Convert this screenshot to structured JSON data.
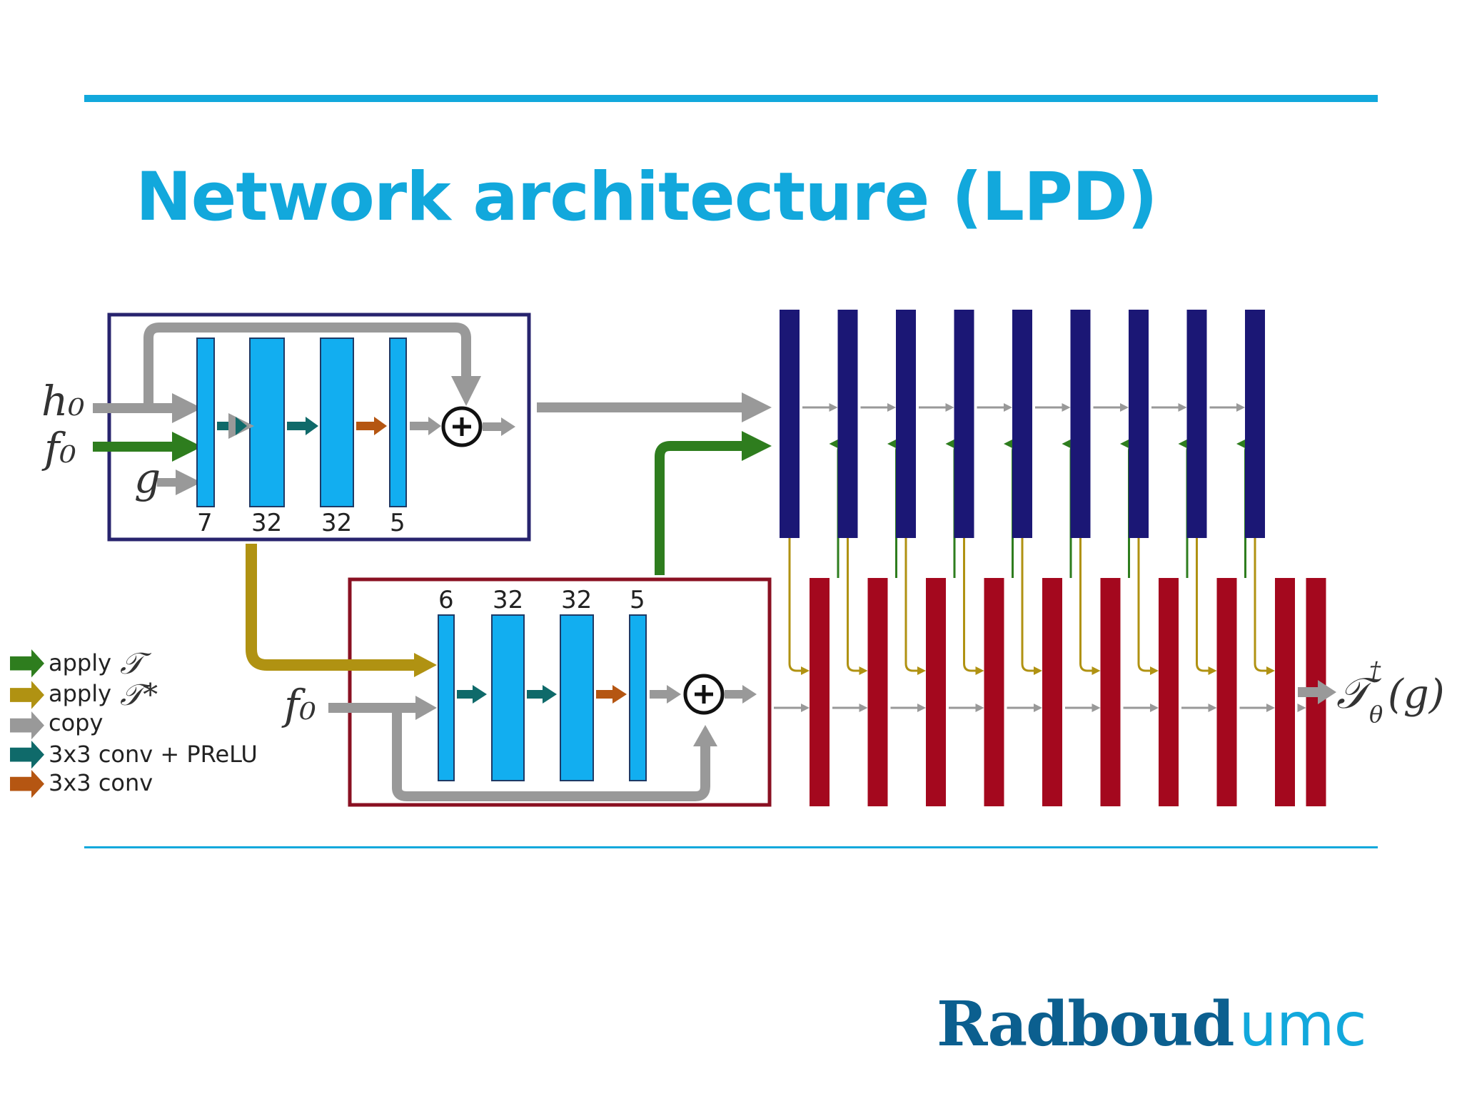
{
  "slide": {
    "title": "Network architecture (LPD)",
    "logo_part1": "Radboud",
    "logo_part2": "umc"
  },
  "diagram": {
    "primal_block": {
      "inputs": [
        "h₀",
        "f₀",
        "g"
      ],
      "channels": [
        "7",
        "32",
        "32",
        "5"
      ]
    },
    "dual_block": {
      "input": "f₀",
      "channels": [
        "6",
        "32",
        "32",
        "5"
      ]
    },
    "output_label": "𝒯",
    "output_dagger": "†",
    "output_theta": "θ",
    "output_arg": "(g)",
    "sum_symbol": "⊕"
  },
  "legend": [
    {
      "label": "apply",
      "symbol": "𝒯",
      "color": "#2e7d1e"
    },
    {
      "label": "apply",
      "symbol": "𝒯*",
      "color": "#b09212"
    },
    {
      "label": "copy",
      "symbol": "",
      "color": "#999999"
    },
    {
      "label": "3x3 conv + PReLU",
      "symbol": "",
      "color": "#0f6a6a"
    },
    {
      "label": "3x3 conv",
      "symbol": "",
      "color": "#b55612"
    }
  ],
  "colors": {
    "accent": "#12a8dc",
    "primal_frame": "#28246e",
    "dual_frame": "#8a1022",
    "primal_bar": "#1b1775",
    "dual_bar": "#a4081e",
    "layer": "#12aef0",
    "gray": "#999999",
    "green": "#2e7d1e",
    "gold": "#b09212",
    "teal": "#0f6a6a",
    "orange": "#b55612"
  }
}
